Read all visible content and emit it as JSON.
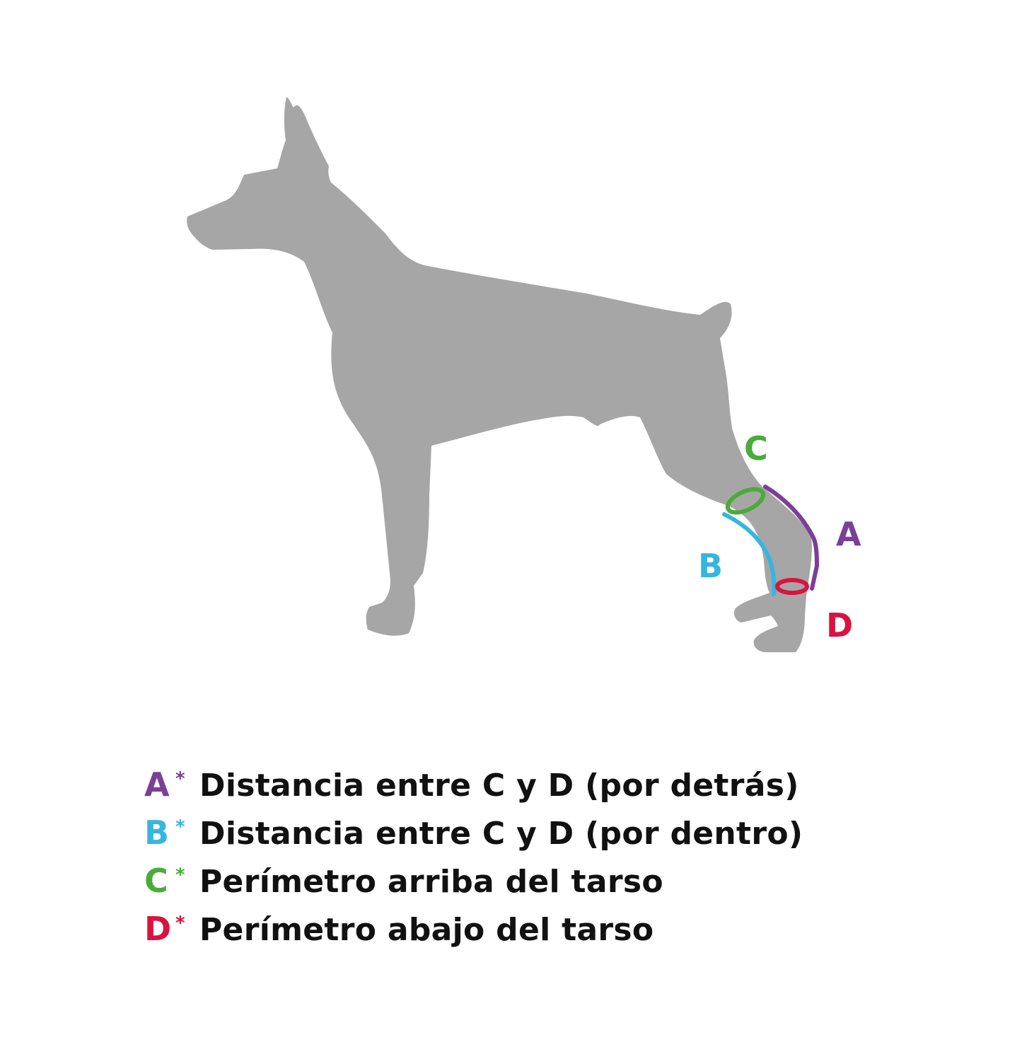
{
  "colors": {
    "silhouette": "#a6a6a6",
    "background": "#ffffff",
    "text": "#111111",
    "A": "#7b3f98",
    "B": "#35b6e0",
    "C": "#4aab3a",
    "D": "#d9133f"
  },
  "figure": {
    "subject": "dog-silhouette-side-view",
    "markers": {
      "A": "A",
      "B": "B",
      "C": "C",
      "D": "D"
    }
  },
  "legend": [
    {
      "key": "A",
      "star": "*",
      "text": "Distancia entre C y D (por detrás)",
      "color": "#7b3f98"
    },
    {
      "key": "B",
      "star": "*",
      "text": "Distancia entre C y D (por dentro)",
      "color": "#35b6e0"
    },
    {
      "key": "C",
      "star": "*",
      "text": "Perímetro arriba del tarso",
      "color": "#4aab3a"
    },
    {
      "key": "D",
      "star": "*",
      "text": "Perímetro abajo del tarso",
      "color": "#d9133f"
    }
  ]
}
